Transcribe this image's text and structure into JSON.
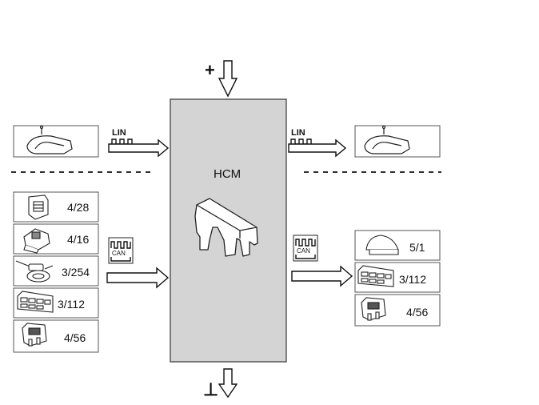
{
  "hcm_label": "HCM",
  "power_symbol": "+",
  "ground_symbol": "⊥",
  "lin_label": "LIN",
  "can_label": "CAN",
  "left_components": [
    {
      "label": "4/28",
      "icon": "control-module-icon"
    },
    {
      "label": "4/16",
      "icon": "switch-unit-icon"
    },
    {
      "label": "3/254",
      "icon": "steering-switch-icon"
    },
    {
      "label": "3/112",
      "icon": "climate-panel-icon"
    },
    {
      "label": "4/56",
      "icon": "relay-module-icon"
    }
  ],
  "right_components": [
    {
      "label": "5/1",
      "icon": "instrument-cluster-icon"
    },
    {
      "label": "3/112",
      "icon": "climate-panel-icon"
    },
    {
      "label": "4/56",
      "icon": "relay-module-icon"
    }
  ],
  "colors": {
    "hcm_fill": "#d4d4d4",
    "box_border": "#555555"
  }
}
